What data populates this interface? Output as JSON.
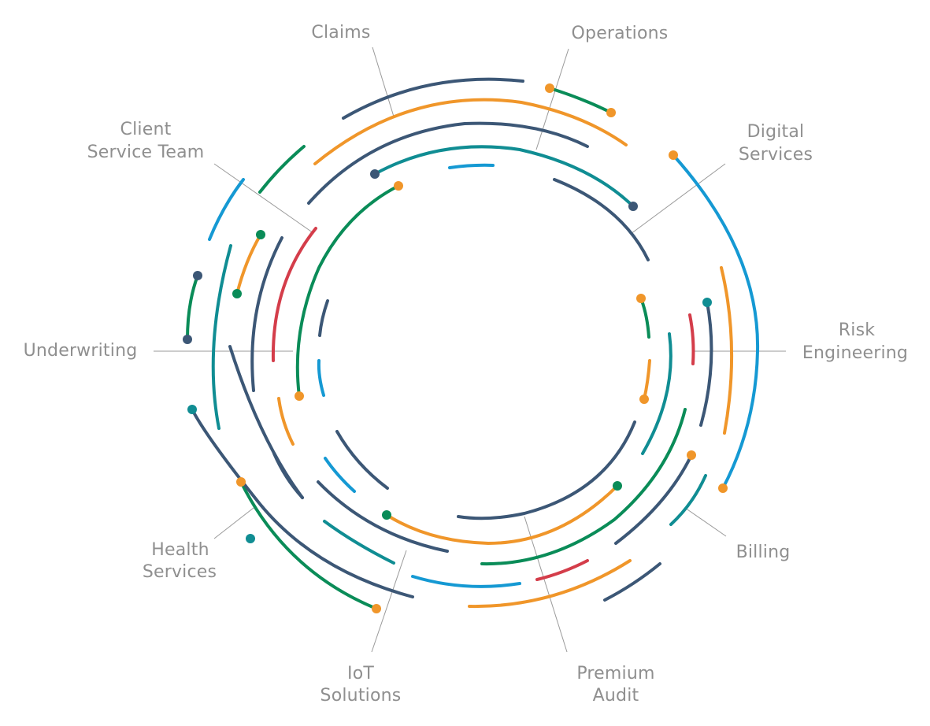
{
  "colors": {
    "navy": "#3c5776",
    "orange": "#f0962a",
    "teal": "#108d93",
    "green": "#0a8c58",
    "blue": "#1599d3",
    "red": "#d43d4a",
    "label": "#8f8f8f",
    "leader": "#9a9a9a"
  },
  "labels": {
    "claims": {
      "line1": "Claims"
    },
    "operations": {
      "line1": "Operations"
    },
    "digital_services": {
      "line1": "Digital",
      "line2": "Services"
    },
    "risk_engineering": {
      "line1": "Risk",
      "line2": "Engineering"
    },
    "billing": {
      "line1": "Billing"
    },
    "premium_audit": {
      "line1": "Premium",
      "line2": "Audit"
    },
    "iot_solutions": {
      "line1": "IoT",
      "line2": "Solutions"
    },
    "health_services": {
      "line1": "Health",
      "line2": "Services"
    },
    "underwriting": {
      "line1": "Underwriting"
    },
    "client_service_team": {
      "line1": "Client",
      "line2": "Service Team"
    }
  }
}
